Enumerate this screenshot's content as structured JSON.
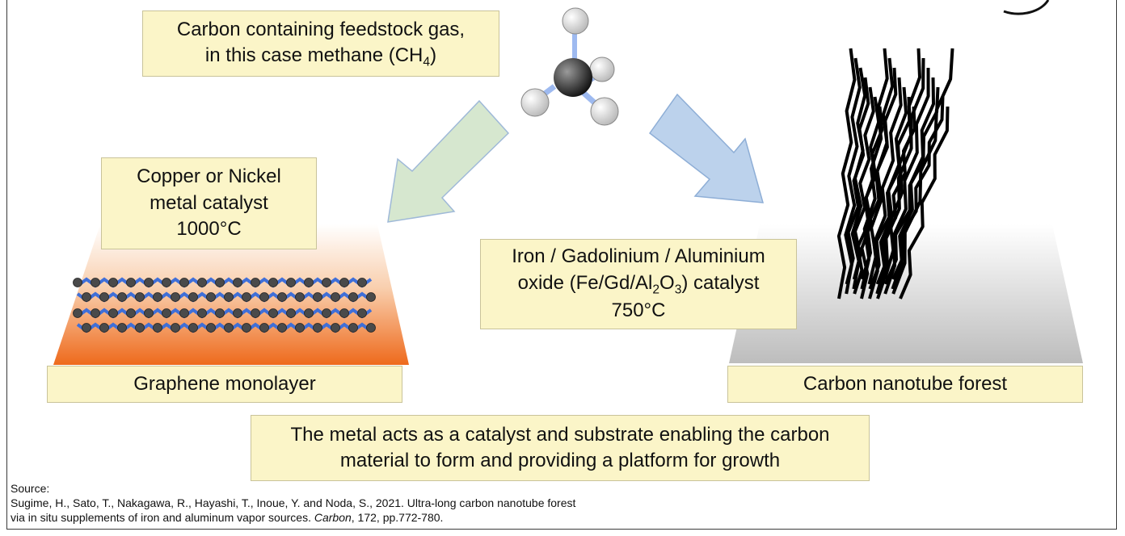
{
  "feedstock": {
    "line1": "Carbon containing feedstock gas,",
    "line2_pre": "in this case methane (CH",
    "line2_sub": "4",
    "line2_post": ")"
  },
  "copper_box": {
    "line1": "Copper or Nickel",
    "line2": "metal catalyst",
    "line3": "1000°C"
  },
  "iron_box": {
    "line1": "Iron / Gadolinium / Aluminium",
    "line2_pre": "oxide (Fe/Gd/Al",
    "line2_sub1": "2",
    "line2_mid": "O",
    "line2_sub2": "3",
    "line2_post": ") catalyst",
    "line3": "750°C"
  },
  "graphene_label": "Graphene monolayer",
  "nanotube_label": "Carbon nanotube forest",
  "summary": {
    "line1": "The metal acts as a catalyst and substrate enabling the carbon",
    "line2": "material to form and providing a platform for growth"
  },
  "source": {
    "heading": "Source:",
    "line1": "Sugime, H., Sato, T., Nakagawa, R., Hayashi, T., Inoue, Y. and Noda, S., 2021. Ultra-long carbon nanotube forest",
    "line2_pre": "via in situ supplements of iron and aluminum vapor sources. ",
    "line2_journal": "Carbon",
    "line2_post": ", 172, pp.772-780."
  },
  "colors": {
    "box_fill": "#fbf5c8",
    "green_arrow": "#d6e7cf",
    "blue_arrow": "#bcd2ec",
    "graphene_base": "#f07a2c",
    "bond": "#3f6fd8",
    "atom": "#4a4a4a"
  }
}
